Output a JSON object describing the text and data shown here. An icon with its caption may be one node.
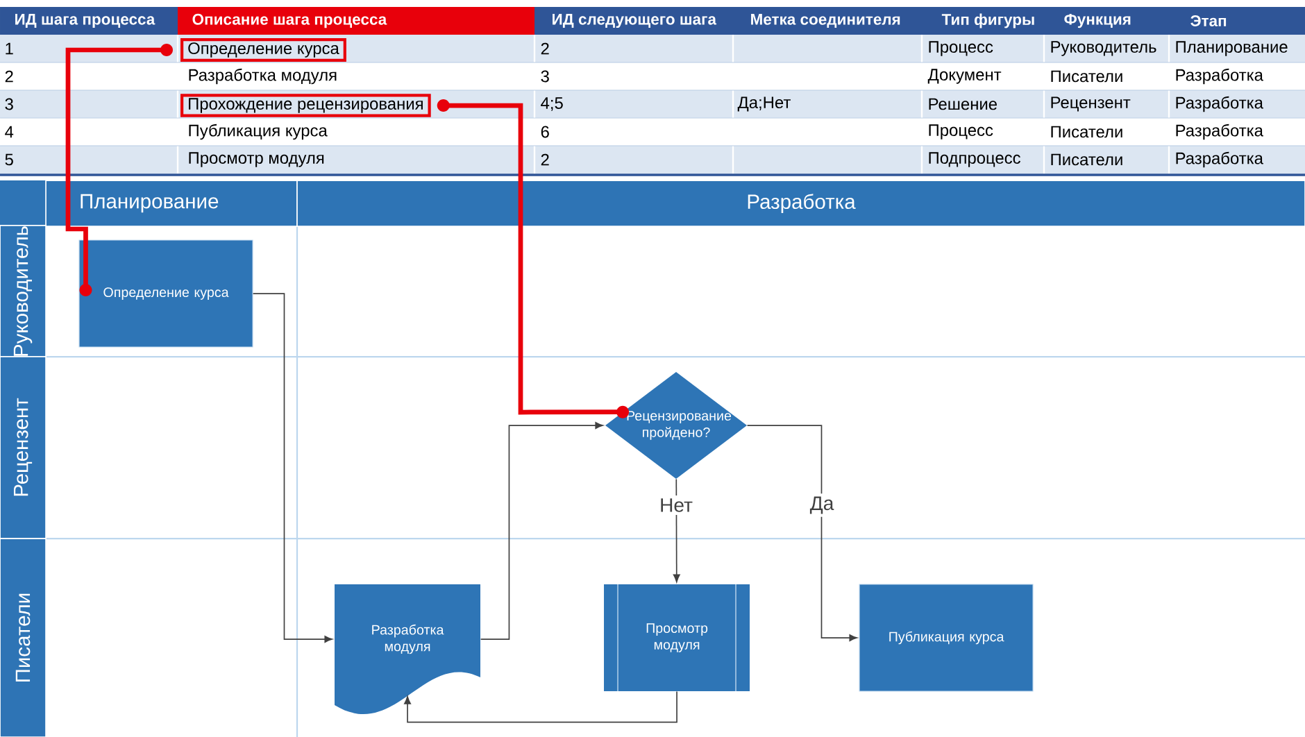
{
  "diagram": {
    "nodes": [
      {
        "text": [
          "Определение курса"
        ]
      },
      {
        "text": [
          "Прохождение рецензирования"
        ]
      },
      {
        "text": [
          "Планирование"
        ]
      },
      {
        "text": [
          "Разработка"
        ]
      },
      {
        "text": [
          "Руководитель"
        ]
      },
      {
        "text": [
          "Рецензент"
        ]
      },
      {
        "text": [
          "Писатели"
        ]
      },
      {
        "text": [
          "Определение курса"
        ]
      },
      {
        "text": [
          "Разработка модуля"
        ]
      },
      {
        "text": [
          "Рецензирование пройдено?"
        ]
      },
      {
        "text": [
          "Просмотр модуля"
        ]
      },
      {
        "text": [
          "Публикация курса"
        ]
      }
    ],
    "edges": [
      {
        "from": 0,
        "to": 7,
        "arrow": "other",
        "style": "thick",
        "color": "#e8000b"
      },
      {
        "from": 1,
        "to": 9,
        "arrow": "other",
        "style": "thick",
        "color": "#e8000b"
      },
      {
        "from": 7,
        "to": 8,
        "arrow": "to"
      },
      {
        "from": 8,
        "to": 9,
        "arrow": "to"
      },
      {
        "from": 9,
        "to": 10,
        "arrow": "to",
        "label": "Нет"
      },
      {
        "from": 9,
        "to": 11,
        "arrow": "to",
        "label": "Да"
      },
      {
        "from": 10,
        "to": 8,
        "arrow": "to"
      }
    ],
    "labels": [
      "ИД шага процесса",
      "Описание шага процесса",
      "ИД следующего шага",
      "Метка соединителя",
      "Тип фигуры",
      "Функция",
      "Этап",
      "1",
      "2",
      "Процесс",
      "Руководитель",
      "Планирование",
      "2",
      "Разработка модуля",
      "3",
      "Документ",
      "Писатели",
      "Разработка",
      "3",
      "4;5",
      "Да;Нет",
      "Решение",
      "Рецензент",
      "Разработка",
      "4",
      "Публикация курса",
      "6",
      "Процесс",
      "Писатели",
      "Разработка",
      "5",
      "Просмотр модуля",
      "2",
      "Подпроцесс",
      "Писатели",
      "Разработка"
    ]
  }
}
